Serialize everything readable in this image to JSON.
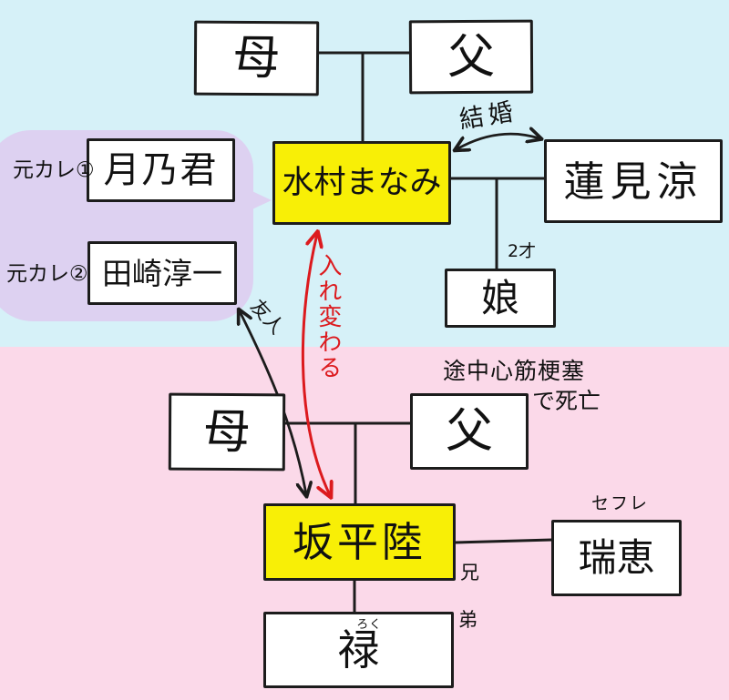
{
  "top_family": {
    "mother": "母",
    "father": "父",
    "wife": "水村まなみ",
    "husband": "蓮見涼",
    "marriage_label": "結婚",
    "daughter": "娘",
    "daughter_age": "2才",
    "ex_boyfriends": {
      "label1": "元カレ①",
      "name1": "月乃君",
      "label2": "元カレ②",
      "name2": "田崎淳一"
    }
  },
  "bottom_family": {
    "mother": "母",
    "father": "父",
    "father_note_line1": "途中心筋梗塞",
    "father_note_line2": "で死亡",
    "son": "坂平陸",
    "fwb_label": "セフレ",
    "fwb_name": "瑞恵",
    "brother": "禄",
    "brother_furigana": "ろく",
    "older_brother_label": "兄",
    "younger_brother_label": "弟"
  },
  "relations": {
    "swap": "入れ変わる",
    "friend": "友人"
  },
  "colors": {
    "bg_top": "#d6f1f8",
    "bg_bottom": "#fbd9e9",
    "bubble": "#ddd1f1",
    "highlight": "#f8ef06",
    "arrow_red": "#dc1a1e",
    "line_black": "#1c1c1c"
  }
}
